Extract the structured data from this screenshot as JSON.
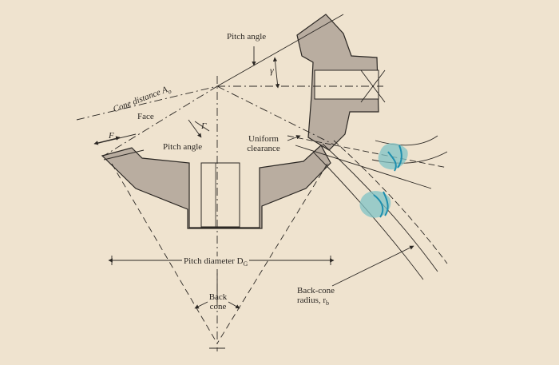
{
  "diagram": {
    "labels": {
      "pitch_angle_top": "Pitch angle",
      "gamma": "γ",
      "cone_distance": "Cone distance A",
      "cone_distance_sub": "o",
      "face": "Face",
      "face_width_symbol": "F",
      "pitch_angle_inner": "Pitch angle",
      "capital_gamma": "Γ",
      "uniform_line1": "Uniform",
      "uniform_line2": "clearance",
      "pitch_diameter": "Pitch diameter D",
      "pitch_diameter_sub": "G",
      "back_line1": "Back",
      "back_line2": "cone",
      "back_cone_line1": "Back-cone",
      "back_cone_line2": "radius, r",
      "back_cone_sub": "b"
    },
    "colors": {
      "paper": "#efe3cf",
      "gear_body": "#b9ada0",
      "ink": "#2b2723",
      "tooth_blue_fill": "#7fc3c5",
      "tooth_blue_line": "#1f8fae"
    }
  }
}
